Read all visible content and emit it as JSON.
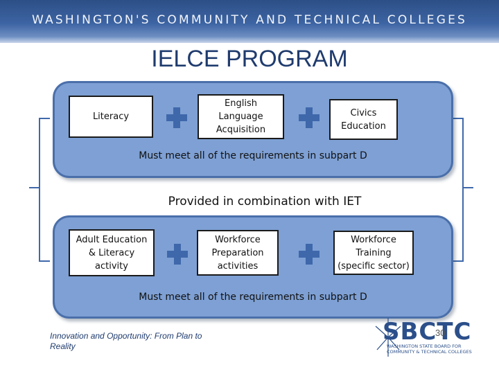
{
  "banner": {
    "text": "WASHINGTON'S COMMUNITY AND TECHNICAL COLLEGES"
  },
  "title": "IELCE PROGRAM",
  "top_group": {
    "boxes": [
      {
        "lines": [
          "Literacy"
        ]
      },
      {
        "lines": [
          "English",
          "Language",
          "Acquisition"
        ]
      },
      {
        "lines": [
          "Civics",
          "Education"
        ]
      }
    ],
    "requirement": "Must meet all of the requirements in subpart D"
  },
  "combination": "Provided in combination with IET",
  "bottom_group": {
    "boxes": [
      {
        "lines": [
          "Adult Education",
          "& Literacy",
          "activity"
        ]
      },
      {
        "lines": [
          "Workforce",
          "Preparation",
          "activities"
        ]
      },
      {
        "lines": [
          "Workforce",
          "Training",
          "(specific sector)"
        ]
      }
    ],
    "requirement": "Must meet all of the requirements in subpart D"
  },
  "footer": {
    "line1": "Innovation and Opportunity: From Plan to",
    "line2": "Reality"
  },
  "logo": {
    "mark": "SBCTC",
    "sub1": "WASHINGTON STATE BOARD FOR",
    "sub2": "COMMUNITY & TECHNICAL COLLEGES"
  },
  "page_number": "30",
  "colors": {
    "accent": "#3f68ab",
    "panel": "#7ea0d4",
    "title": "#1f3b6e"
  }
}
